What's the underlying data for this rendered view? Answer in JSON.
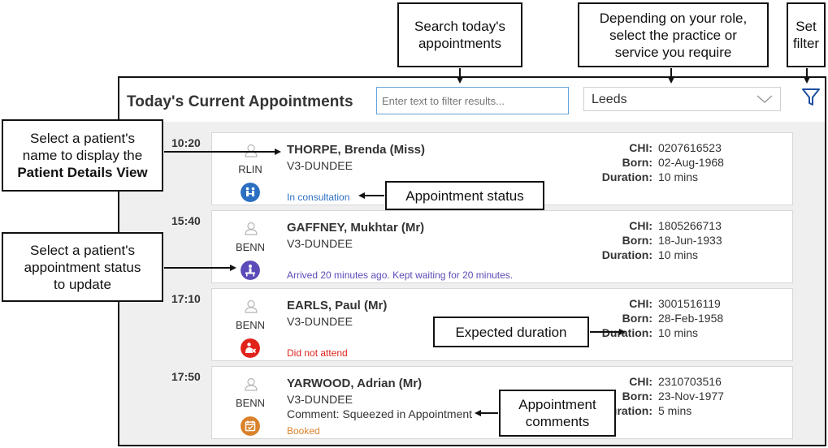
{
  "header": {
    "title": "Today's Current Appointments",
    "search_placeholder": "Enter text to filter results...",
    "practice_selected": "Leeds"
  },
  "appointments": [
    {
      "time": "10:20",
      "clinician": "RLIN",
      "name": "THORPE, Brenda (Miss)",
      "practice": "V3-DUNDEE",
      "comment": "",
      "status": "In consultation",
      "status_color": "#2b6fc2",
      "chi_label": "CHI:",
      "chi": "0207616523",
      "born_label": "Born:",
      "born": "02-Aug-1968",
      "duration_label": "Duration:",
      "duration": "10 mins"
    },
    {
      "time": "15:40",
      "clinician": "BENN",
      "name": "GAFFNEY, Mukhtar (Mr)",
      "practice": "V3-DUNDEE",
      "comment": "",
      "status": "Arrived 20 minutes ago. Kept waiting for 20 minutes.",
      "status_color": "#5b4bb8",
      "chi_label": "CHI:",
      "chi": "1805266713",
      "born_label": "Born:",
      "born": "18-Jun-1933",
      "duration_label": "Duration:",
      "duration": "10 mins"
    },
    {
      "time": "17:10",
      "clinician": "BENN",
      "name": "EARLS, Paul (Mr)",
      "practice": "V3-DUNDEE",
      "comment": "",
      "status": "Did not attend",
      "status_color": "#e0241c",
      "chi_label": "CHI:",
      "chi": "3001516119",
      "born_label": "Born:",
      "born": "28-Feb-1958",
      "duration_label": "Duration:",
      "duration": "10 mins"
    },
    {
      "time": "17:50",
      "clinician": "BENN",
      "name": "YARWOOD, Adrian (Mr)",
      "practice": "V3-DUNDEE",
      "comment": "Comment: Squeezed in Appointment",
      "status": "Booked",
      "status_color": "#d9822b",
      "chi_label": "CHI:",
      "chi": "2310703516",
      "born_label": "Born:",
      "born": "23-Nov-1977",
      "duration_label": "Duration:",
      "duration": "5 mins"
    }
  ],
  "icons": {
    "clinician": "person-outline-icon",
    "status_in_consultation": "consultation-icon",
    "status_arrived": "waiting-room-icon",
    "status_did_not_attend": "did-not-attend-icon",
    "status_booked": "calendar-booked-icon",
    "filter": "filter-funnel-icon",
    "dropdown": "chevron-down-icon"
  },
  "annotations": {
    "search": [
      "Search today's",
      "appointments"
    ],
    "practice": [
      "Depending on your role,",
      "select the practice or",
      "service you require"
    ],
    "filter": [
      "Set",
      "filter"
    ],
    "patient_name": [
      "Select a patient's",
      "name to display the",
      "Patient Details View"
    ],
    "status_update": [
      "Select a patient's",
      "appointment status",
      "to update"
    ],
    "appointment_status": "Appointment status",
    "expected_duration": "Expected duration",
    "comments": [
      "Appointment",
      "comments"
    ]
  }
}
